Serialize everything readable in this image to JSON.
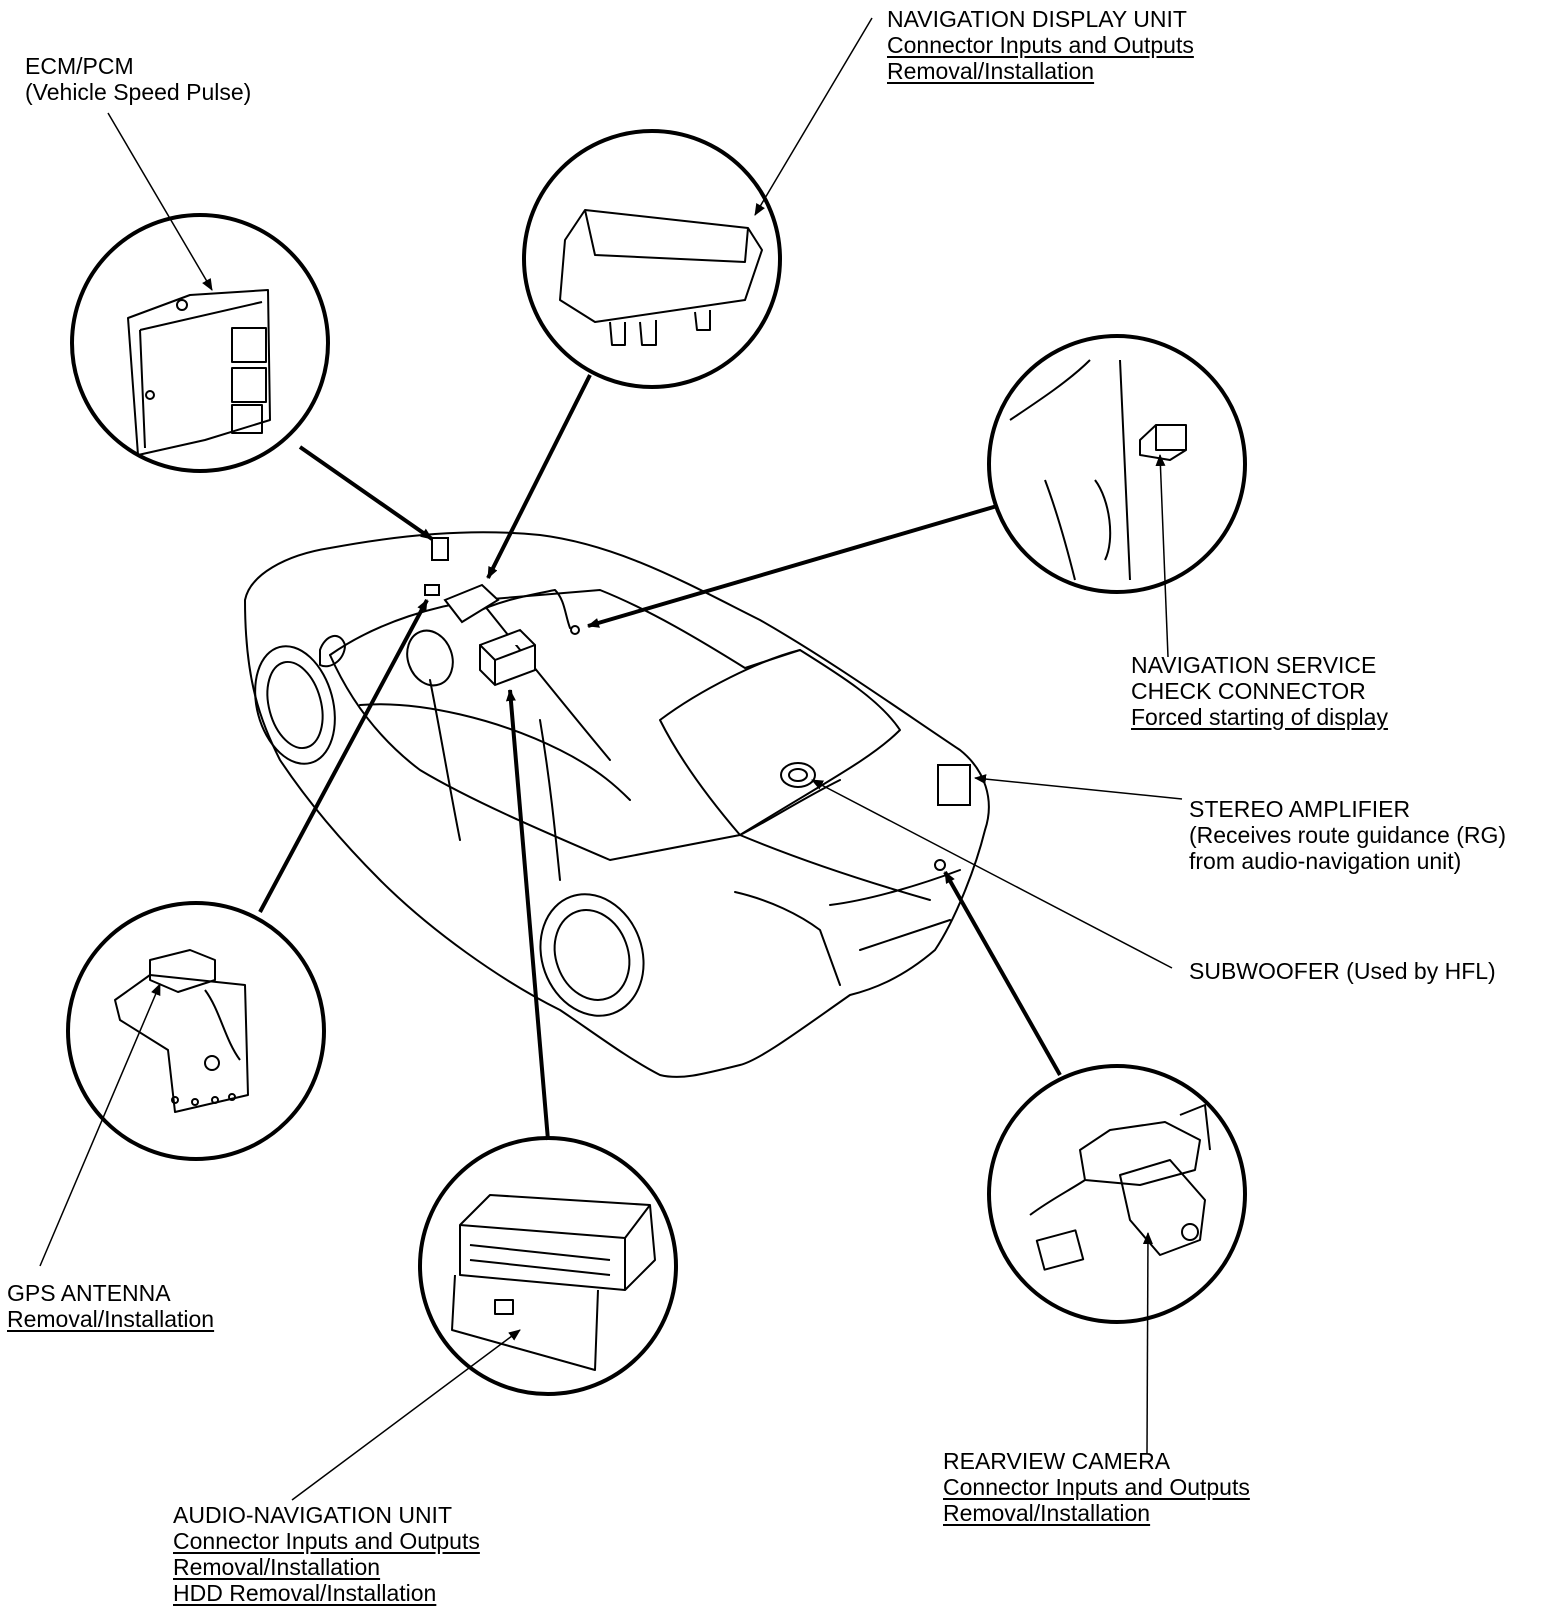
{
  "callouts": {
    "ecm": {
      "title": "ECM/PCM",
      "subtitle": "(Vehicle Speed Pulse)"
    },
    "nav_display": {
      "title": "NAVIGATION DISPLAY UNIT",
      "links": [
        "Connector Inputs and Outputs",
        "Removal/Installation"
      ]
    },
    "nav_service": {
      "title_line1": "NAVIGATION SERVICE",
      "title_line2": "CHECK CONNECTOR",
      "links": [
        "Forced starting of display"
      ]
    },
    "stereo_amp": {
      "title": "STEREO AMPLIFIER",
      "note_line1": "(Receives route guidance (RG)",
      "note_line2": "from audio-navigation unit)"
    },
    "subwoofer": {
      "title": "SUBWOOFER (Used by HFL)"
    },
    "gps": {
      "title": "GPS ANTENNA",
      "links": [
        "Removal/Installation"
      ]
    },
    "audio_nav": {
      "title": "AUDIO-NAVIGATION UNIT",
      "links": [
        "Connector Inputs and Outputs",
        "Removal/Installation",
        "HDD Removal/Installation"
      ]
    },
    "camera": {
      "title": "REARVIEW CAMERA",
      "links": [
        "Connector Inputs and Outputs",
        "Removal/Installation"
      ]
    }
  }
}
